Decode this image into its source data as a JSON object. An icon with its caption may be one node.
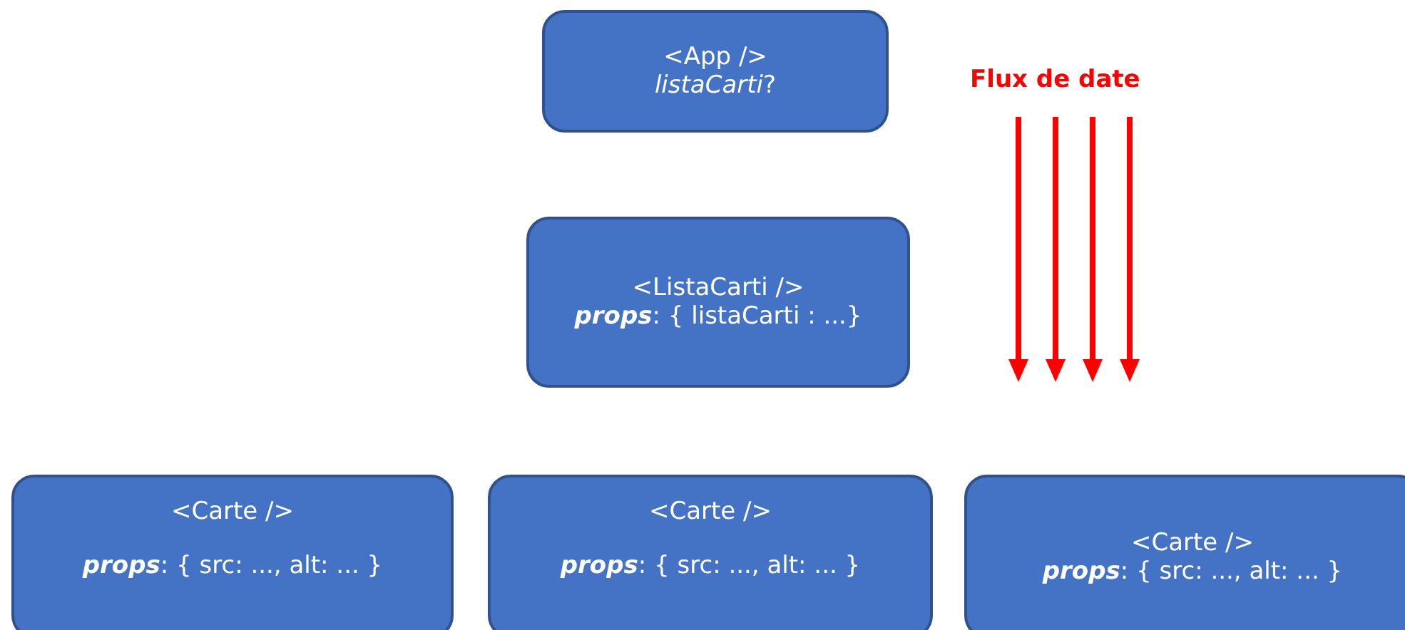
{
  "diagram": {
    "nodes": [
      {
        "text": [
          "<App />",
          "*listaCarti*?"
        ]
      },
      {
        "text": [
          "<ListaCarti />",
          "**props**: { listaCarti : ...}"
        ]
      },
      {
        "text": [
          "<Carte />",
          "**props**: { src: ..., alt: ... }"
        ]
      },
      {
        "text": [
          "<Carte />",
          "**props**: { src: ..., alt: ... }"
        ]
      },
      {
        "text": [
          "<Carte />",
          "**props**: { src: ..., alt: ... }"
        ]
      }
    ],
    "labels": [
      "Flux de date"
    ]
  }
}
